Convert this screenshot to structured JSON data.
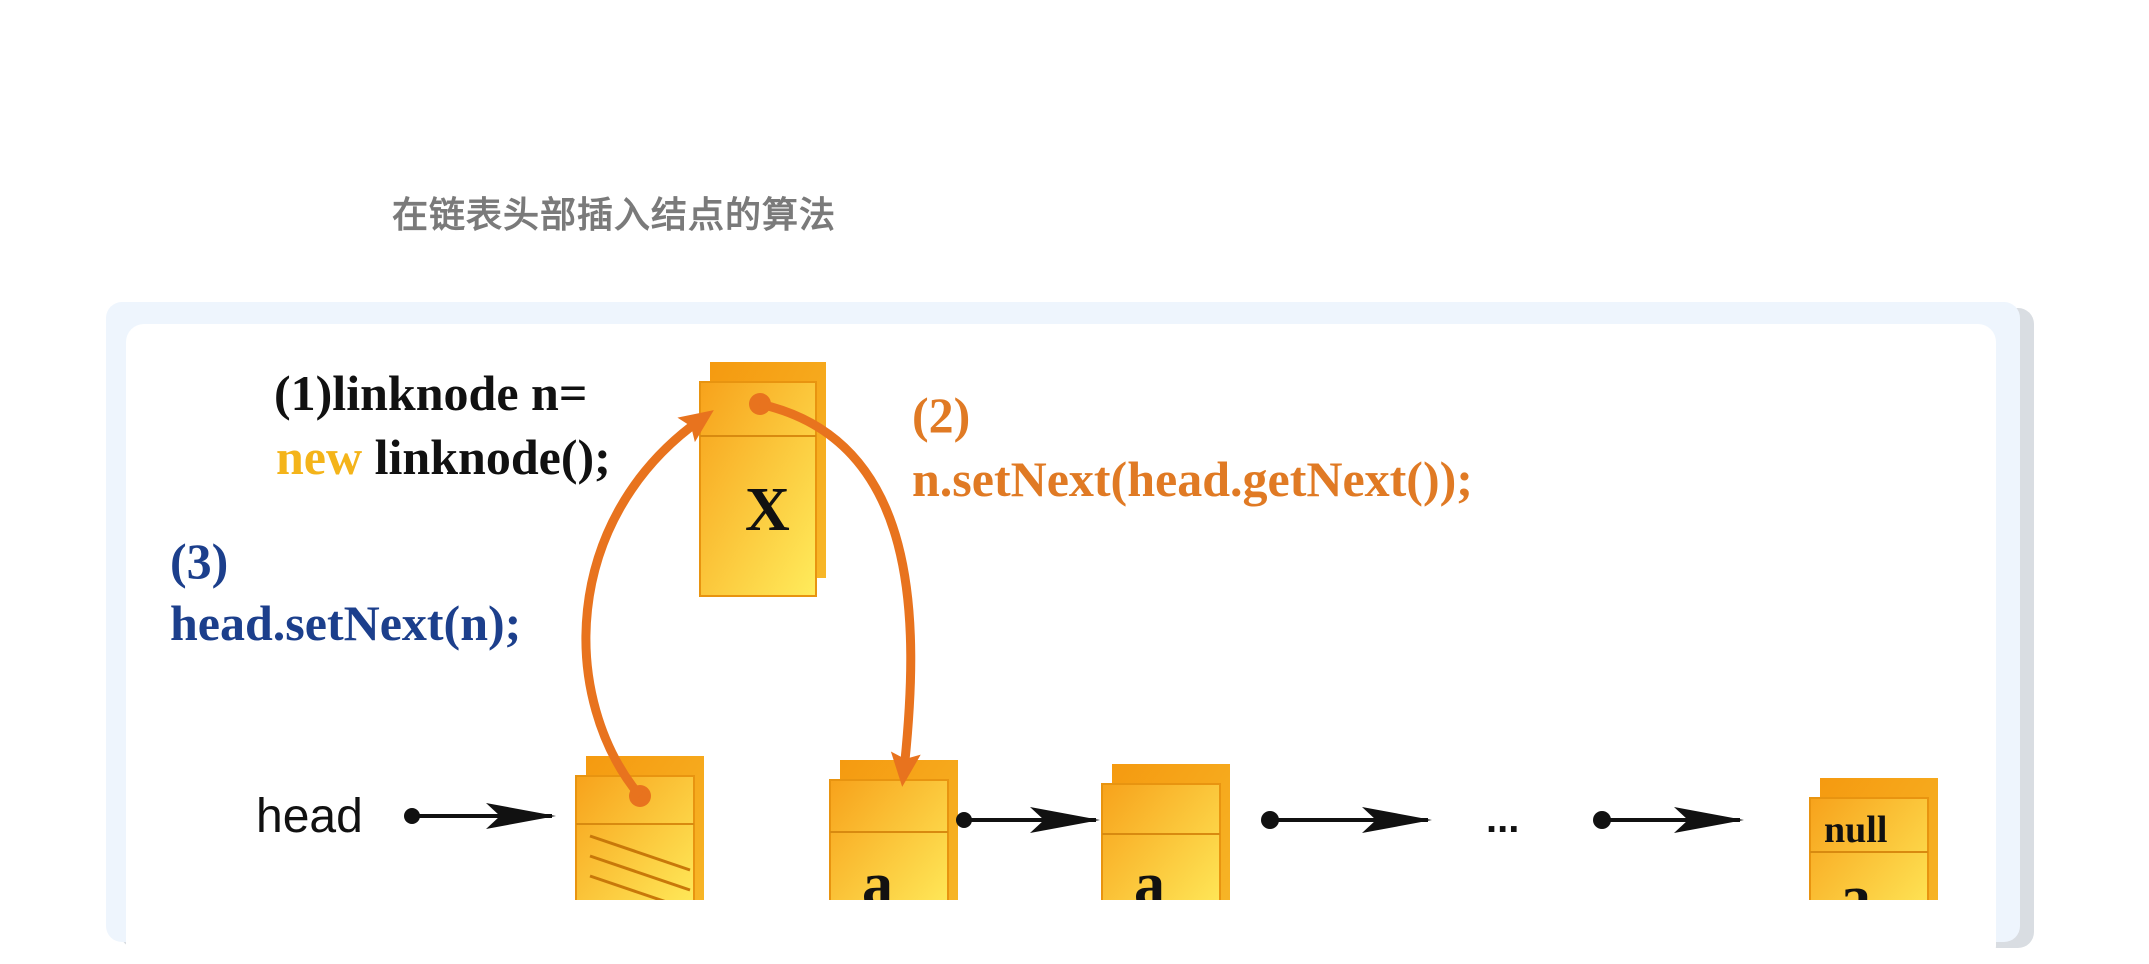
{
  "caption": "在链表头部插入结点的算法",
  "step1": {
    "line1": "(1)linknode n=",
    "keyword_new": "new",
    "line2_rest": " linknode();"
  },
  "step2": {
    "number": "(2)",
    "code": "n.setNext(head.getNext());"
  },
  "step3": {
    "number": "(3)",
    "code": "head.setNext(n);"
  },
  "labels": {
    "head": "head",
    "new_node": "X",
    "node1": "a",
    "node2": "a",
    "ellipsis": "...",
    "tail_null": "null",
    "tail_node": "a"
  },
  "colors": {
    "node_fill_light": "#ffe65a",
    "node_fill_dark": "#f7a21b",
    "orange_arrow": "#e8731e",
    "blue_text": "#1c3f8c",
    "orange_text": "#e07a24",
    "caption_gray": "#7a7a7a"
  }
}
